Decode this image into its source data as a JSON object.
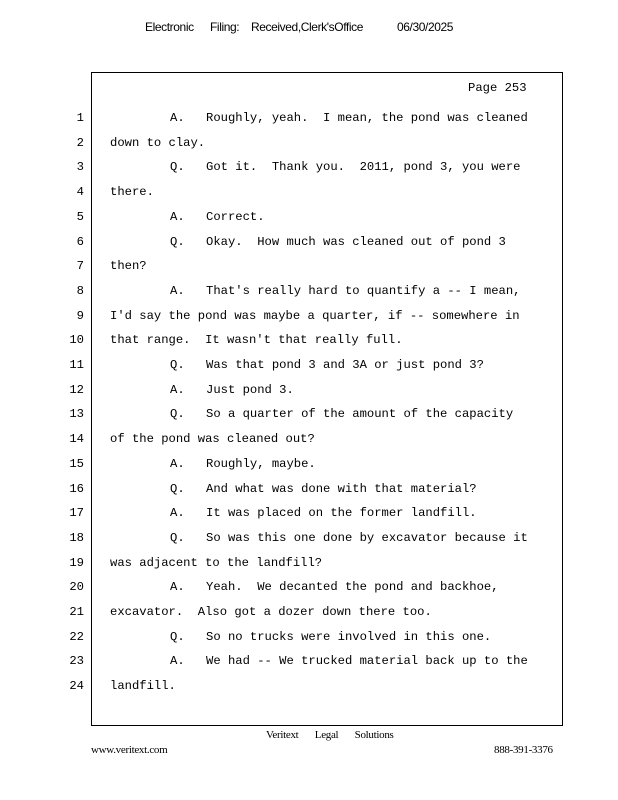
{
  "header": {
    "electronic": "Electronic",
    "filing": "Filing:",
    "received": "Received,Clerk'sOffice",
    "date": "06/30/2025"
  },
  "page_label": "Page 253",
  "lines": [
    {
      "n": "1",
      "label": "A.",
      "text": "Roughly, yeah.  I mean, the pond was cleaned"
    },
    {
      "n": "2",
      "label": "",
      "text": "down to clay."
    },
    {
      "n": "3",
      "label": "Q.",
      "text": "Got it.  Thank you.  2011, pond 3, you were"
    },
    {
      "n": "4",
      "label": "",
      "text": "there."
    },
    {
      "n": "5",
      "label": "A.",
      "text": "Correct."
    },
    {
      "n": "6",
      "label": "Q.",
      "text": "Okay.  How much was cleaned out of pond 3"
    },
    {
      "n": "7",
      "label": "",
      "text": "then?"
    },
    {
      "n": "8",
      "label": "A.",
      "text": "That's really hard to quantify a -- I mean,"
    },
    {
      "n": "9",
      "label": "",
      "text": "I'd say the pond was maybe a quarter, if -- somewhere in"
    },
    {
      "n": "10",
      "label": "",
      "text": "that range.  It wasn't that really full."
    },
    {
      "n": "11",
      "label": "Q.",
      "text": "Was that pond 3 and 3A or just pond 3?"
    },
    {
      "n": "12",
      "label": "A.",
      "text": "Just pond 3."
    },
    {
      "n": "13",
      "label": "Q.",
      "text": "So a quarter of the amount of the capacity"
    },
    {
      "n": "14",
      "label": "",
      "text": "of the pond was cleaned out?"
    },
    {
      "n": "15",
      "label": "A.",
      "text": "Roughly, maybe."
    },
    {
      "n": "16",
      "label": "Q.",
      "text": "And what was done with that material?"
    },
    {
      "n": "17",
      "label": "A.",
      "text": "It was placed on the former landfill."
    },
    {
      "n": "18",
      "label": "Q.",
      "text": "So was this one done by excavator because it"
    },
    {
      "n": "19",
      "label": "",
      "text": "was adjacent to the landfill?"
    },
    {
      "n": "20",
      "label": "A.",
      "text": "Yeah.  We decanted the pond and backhoe,"
    },
    {
      "n": "21",
      "label": "",
      "text": "excavator.  Also got a dozer down there too."
    },
    {
      "n": "22",
      "label": "Q.",
      "text": "So no trucks were involved in this one."
    },
    {
      "n": "23",
      "label": "A.",
      "text": "We had -- We trucked material back up to the"
    },
    {
      "n": "24",
      "label": "",
      "text": "landfill."
    }
  ],
  "footer": {
    "company": "Veritext   Legal   Solutions",
    "website": "www.veritext.com",
    "phone": "888-391-3376"
  }
}
